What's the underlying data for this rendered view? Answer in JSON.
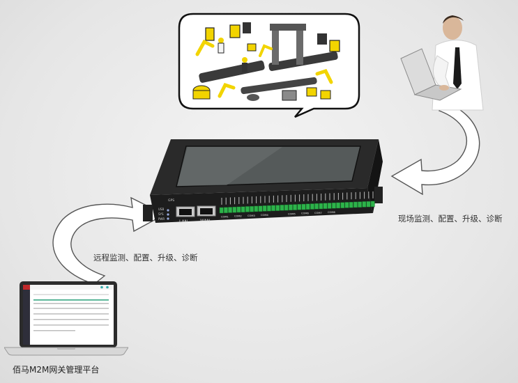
{
  "captions": {
    "local": "现场监测、配置、升级、诊断",
    "remote": "远程监测、配置、升级、诊断",
    "platform": "佰马M2M网关管理平台"
  },
  "device": {
    "port_lan": "LAN",
    "port_wan": "WAN",
    "label_gps": "GPS",
    "label_usb": "USB",
    "label_pwr": "PWR",
    "label_sys": "SYS",
    "com_labels": [
      "COM1",
      "COM2",
      "COM3",
      "COM4",
      "COM5",
      "COM6",
      "COM7",
      "COM8"
    ]
  },
  "colors": {
    "accent_yellow": "#f2d400",
    "device_body": "#1d1d1d",
    "terminal_green": "#2db34a",
    "arrow_outline": "#555555"
  }
}
